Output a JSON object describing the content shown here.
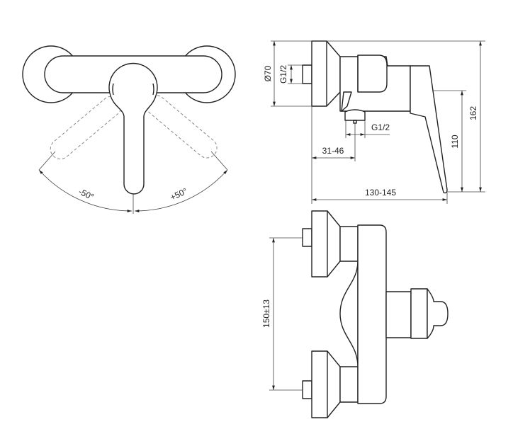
{
  "drawing": {
    "front_view": {
      "angle_left": "-50°",
      "angle_right": "+50°"
    },
    "side_view": {
      "flange_diameter": "Ø70",
      "inlet_thread": "G1/2",
      "outlet_thread": "G1/2",
      "outlet_offset": "31-46",
      "projection": "130-145",
      "lever_height": "110",
      "total_height": "162"
    },
    "top_view": {
      "inlet_spacing": "150±13"
    }
  }
}
